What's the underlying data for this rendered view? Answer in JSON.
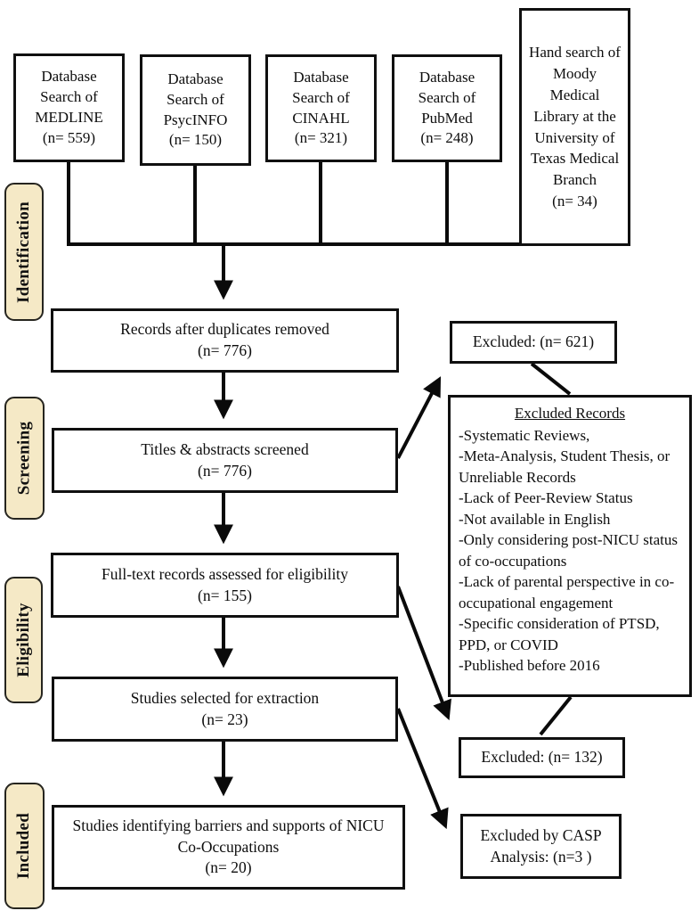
{
  "page": {
    "background": "#ffffff",
    "stage_label_fill": "#f5e9c6",
    "line_color": "#0a0a0a",
    "text_color": "#0d0d0d"
  },
  "stage_labels": [
    {
      "label": "Identification"
    },
    {
      "label": "Screening"
    },
    {
      "label": "Eligibility"
    },
    {
      "label": "Included"
    }
  ],
  "sources": [
    {
      "text": "Database Search of MEDLINE",
      "count": "(n= 559)"
    },
    {
      "text": "Database Search of PsycINFO",
      "count": "(n= 150)"
    },
    {
      "text": "Database Search of CINAHL",
      "count": "(n= 321)"
    },
    {
      "text": "Database Search of PubMed",
      "count": "(n= 248)"
    },
    {
      "text": "Hand search of Moody Medical Library at the University of Texas Medical Branch",
      "count": "(n= 34)"
    }
  ],
  "flow": [
    {
      "text": "Records after duplicates removed",
      "count": "(n= 776)"
    },
    {
      "text": "Titles & abstracts screened",
      "count": "(n= 776)"
    },
    {
      "text": "Full-text records assessed for eligibility",
      "count": "(n= 155)"
    },
    {
      "text": "Studies selected for extraction",
      "count": "(n= 23)"
    },
    {
      "text": "Studies identifying barriers and supports of NICU Co-Occupations",
      "count": "(n= 20)"
    }
  ],
  "exclusions": {
    "screened": "Excluded: (n= 621)",
    "fulltext": "Excluded: (n= 132)",
    "casp": "Excluded by CASP Analysis: (n=3 )"
  },
  "excluded_records": {
    "title": "Excluded Records",
    "items": [
      "-Systematic Reviews,",
      "-Meta-Analysis, Student Thesis, or Unreliable Records",
      "-Lack of Peer-Review Status",
      "-Not available in English",
      "-Only considering post-NICU status of co-occupations",
      "-Lack of parental perspective in co-occupational engagement",
      "-Specific consideration of PTSD, PPD, or COVID",
      "-Published before 2016"
    ]
  }
}
